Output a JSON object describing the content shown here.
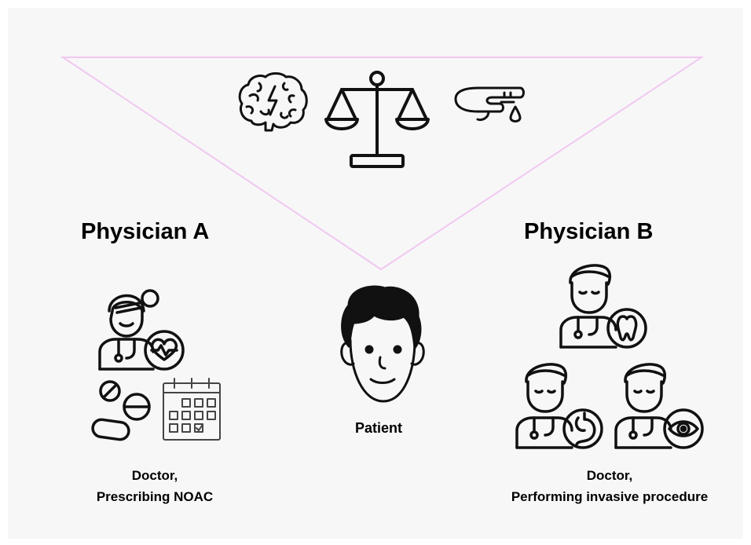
{
  "physician_a": {
    "title": "Physician A",
    "caption_line1": "Doctor,",
    "caption_line2": "Prescribing NOAC"
  },
  "patient": {
    "label": "Patient"
  },
  "physician_b": {
    "title": "Physician B",
    "caption_line1": "Doctor,",
    "caption_line2": "Performing invasive procedure"
  },
  "colors": {
    "triangle_stroke": "#f0c8f0",
    "icon_stroke": "#111111",
    "background": "#f7f7f7"
  },
  "icons": [
    "brain-icon",
    "scales-of-justice-icon",
    "bleeding-finger-icon",
    "female-doctor-cardiology-icon",
    "pills-icon",
    "calendar-icon",
    "patient-face-icon",
    "dentist-doctor-icon",
    "gastroenterologist-doctor-icon",
    "ophthalmologist-doctor-icon"
  ]
}
